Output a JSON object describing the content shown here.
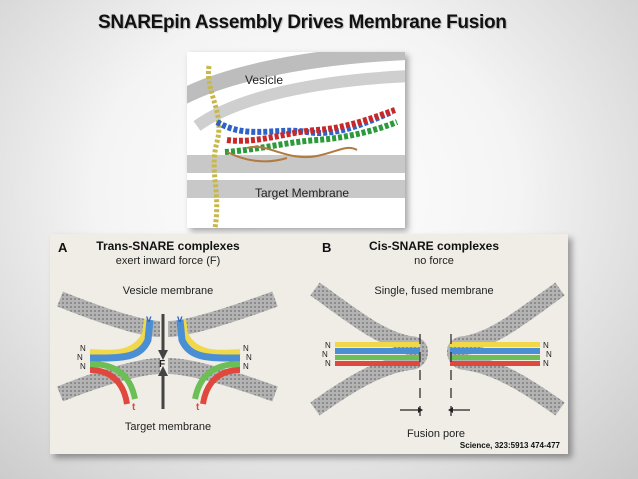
{
  "title": "SNAREpin Assembly Drives Membrane Fusion",
  "top_figure": {
    "vesicle_label": "Vesicle",
    "target_label": "Target Membrane"
  },
  "panel_a": {
    "letter": "A",
    "heading": "Trans-SNARE complexes",
    "subheading": "exert inward force (F)",
    "top_label": "Vesicle membrane",
    "bottom_label": "Target membrane",
    "v_marker": "v",
    "t_marker": "t",
    "n_marker": "N",
    "force_marker": "F"
  },
  "panel_b": {
    "letter": "B",
    "heading": "Cis-SNARE complexes",
    "subheading": "no force",
    "top_label": "Single, fused membrane",
    "bottom_label": "Fusion pore",
    "n_marker": "N"
  },
  "citation": "Science, 323:5913 474-477",
  "colors": {
    "v_snare": "#4a8fd4",
    "t_snare_red": "#e0473d",
    "t_snare_green": "#6bbf55",
    "yellow": "#f0d84a",
    "membrane": "#9a9a9a"
  }
}
